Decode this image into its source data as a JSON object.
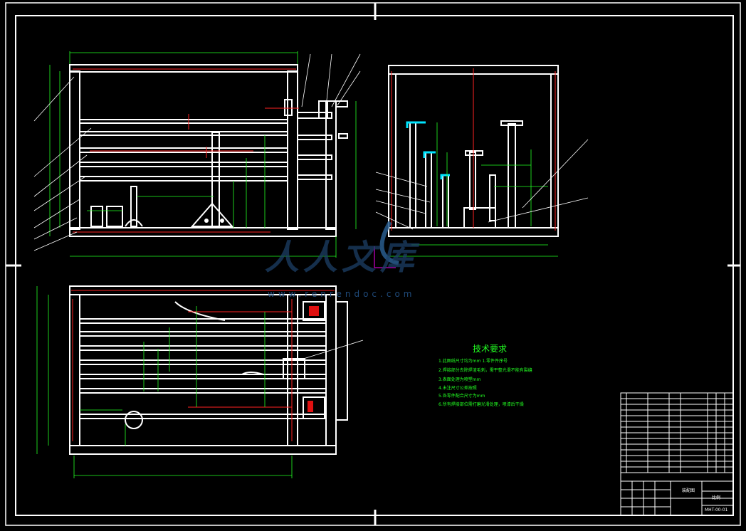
{
  "drawing": {
    "technical_requirements_title": "技术要求",
    "technical_requirements": [
      "1.此图纸尺寸均为mm 1.零件件序号",
      "2.焊接部分去除焊渣毛刺，需平整光滑不能有裂缝",
      "3.表面处理为喷塑mm",
      "4.未注尺寸公差按照",
      "5.各零件配合尺寸为mm",
      "6.所有焊接部位需打磨光滑处理，喷漆后干燥"
    ],
    "watermark": {
      "text": "人人文库",
      "url": "www.renrendoc.com"
    },
    "title_block": {
      "drawing_number": "MHT-00-01",
      "name_cell": "装配图",
      "scale_cell": "比例"
    },
    "colors": {
      "background": "#000000",
      "geometry": "#ffffff",
      "dimension": "#22ff22",
      "centerline": "#ff2222",
      "highlight": "#00e5ff",
      "watermark": "#1d3f66",
      "accent": "#e01010"
    }
  }
}
